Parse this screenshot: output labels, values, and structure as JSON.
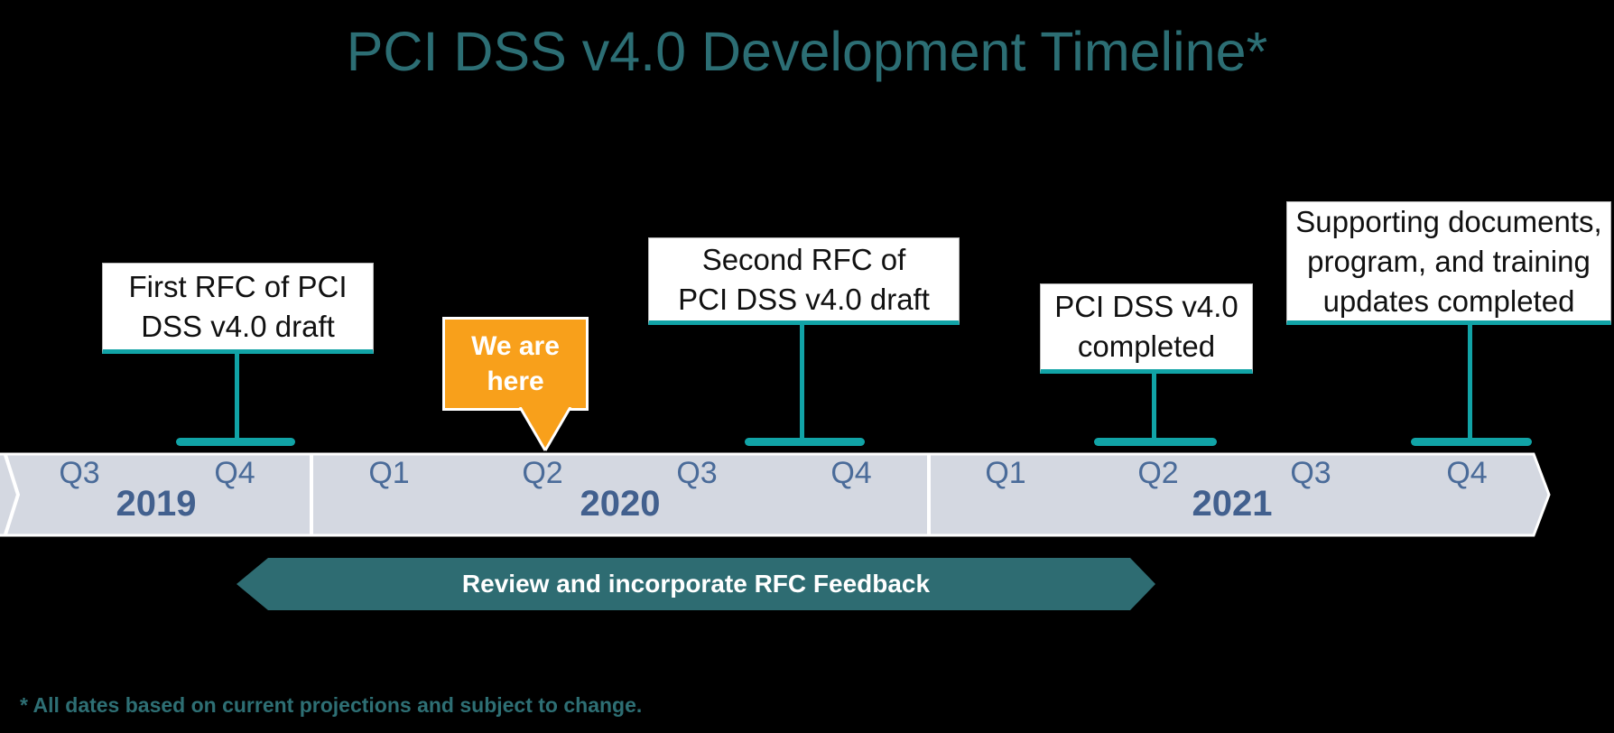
{
  "title": "PCI DSS v4.0 Development Timeline*",
  "colors": {
    "background": "#000000",
    "title_teal": "#2C6E74",
    "accent_teal": "#11A3A6",
    "banner_teal": "#2E6C72",
    "callout_orange": "#F8A01B",
    "band_gray": "#D4D8E1",
    "quarter_text": "#4A6B99",
    "year_text": "#42608E"
  },
  "milestones": [
    {
      "label": "First RFC of PCI\nDSS v4.0 draft",
      "quarter": "Q4 2019"
    },
    {
      "label": "Second RFC of\nPCI DSS v4.0 draft",
      "quarter": "Q3–Q4 2020"
    },
    {
      "label": "PCI DSS v4.0\ncompleted",
      "quarter": "Q2 2021"
    },
    {
      "label": "Supporting documents,\nprogram, and training\nupdates completed",
      "quarter": "Q4 2021"
    }
  ],
  "we_are_here": {
    "label": "We are\nhere",
    "quarter": "Q2 2020"
  },
  "timeline": {
    "years": [
      {
        "label": "2019",
        "quarters": [
          "Q3",
          "Q4"
        ]
      },
      {
        "label": "2020",
        "quarters": [
          "Q1",
          "Q2",
          "Q3",
          "Q4"
        ]
      },
      {
        "label": "2021",
        "quarters": [
          "Q1",
          "Q2",
          "Q3",
          "Q4"
        ]
      }
    ]
  },
  "banner": {
    "label": "Review and incorporate RFC Feedback"
  },
  "footnote": "* All dates based on current projections and subject to change."
}
